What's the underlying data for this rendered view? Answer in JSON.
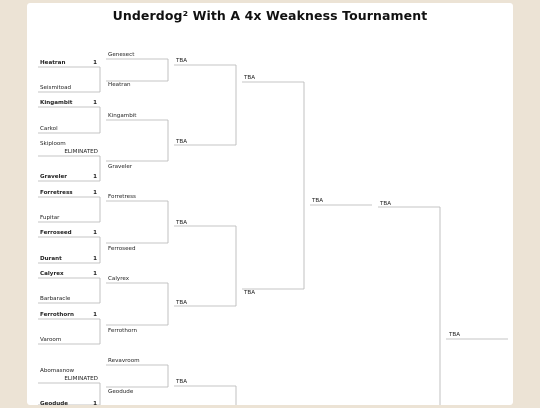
{
  "title": "Underdog² With A 4x Weakness Tournament",
  "round1": [
    {
      "name": "Heatran",
      "score": "1",
      "winner": true
    },
    {
      "name": "Seismitoad",
      "score": "",
      "winner": false
    },
    {
      "name": "Kingambit",
      "score": "1",
      "winner": true
    },
    {
      "name": "Carkol",
      "score": "",
      "winner": false
    },
    {
      "name": "Skiploom",
      "score": "",
      "winner": false,
      "note": "ELIMINATED"
    },
    {
      "name": "Graveler",
      "score": "1",
      "winner": true
    },
    {
      "name": "Forretress",
      "score": "1",
      "winner": true
    },
    {
      "name": "Fupitar",
      "score": "",
      "winner": false
    },
    {
      "name": "Ferroseed",
      "score": "1",
      "winner": true
    },
    {
      "name": "Durant",
      "score": "1",
      "winner": true
    },
    {
      "name": "Calyrex",
      "score": "1",
      "winner": true
    },
    {
      "name": "Barbaracle",
      "score": "",
      "winner": false
    },
    {
      "name": "Ferrothorn",
      "score": "1",
      "winner": true
    },
    {
      "name": "Varoom",
      "score": "",
      "winner": false
    },
    {
      "name": "Abomasnow",
      "score": "",
      "winner": false,
      "note": "ELIMINATED"
    },
    {
      "name": "Geodude",
      "score": "1",
      "winner": true
    }
  ],
  "round2": [
    "Genesect",
    "Heatran",
    "Kingambit",
    "Graveler",
    "Forretress",
    "Ferroseed",
    "Calyrex",
    "Ferrothorn",
    "Revavroom",
    "Geodude"
  ],
  "round3": [
    "TBA",
    "TBA",
    "TBA",
    "TBA",
    "TBA"
  ],
  "round4": [
    "TBA",
    "TBA"
  ],
  "round5": [
    "TBA"
  ],
  "round6": [
    "TBA"
  ],
  "final": [
    "TBA"
  ]
}
